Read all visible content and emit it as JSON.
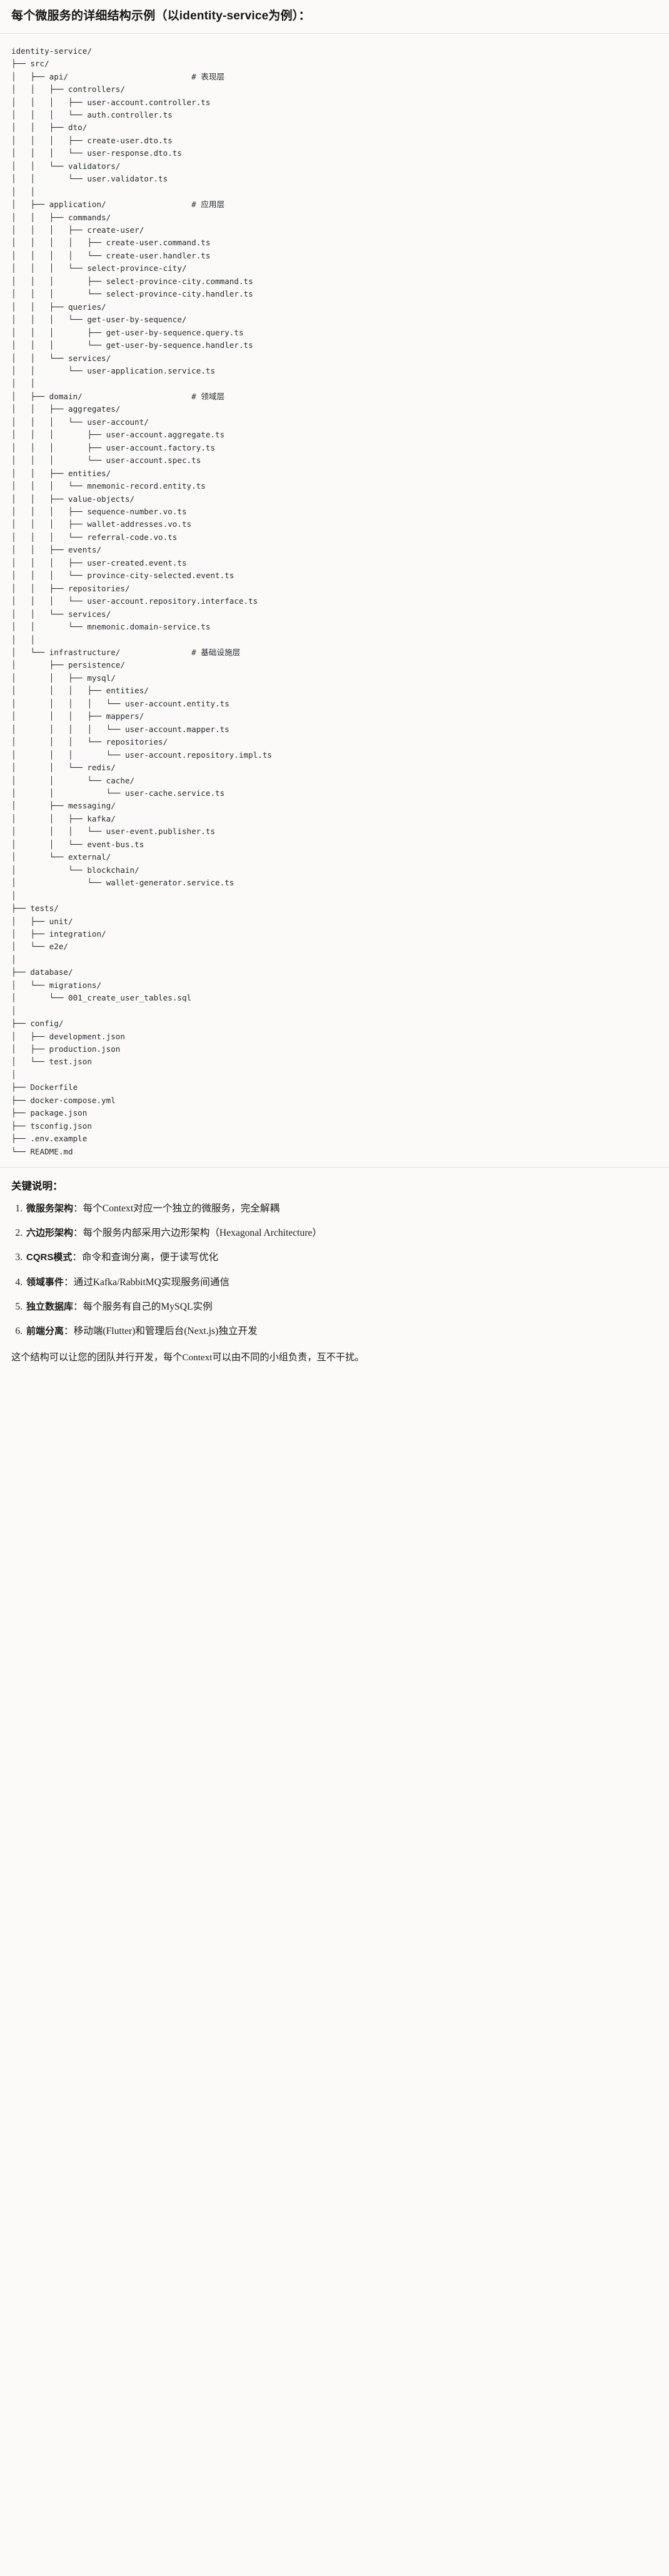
{
  "header": {
    "title": "每个微服务的详细结构示例（以identity-service为例）："
  },
  "tree": {
    "root": "identity-service/",
    "text": "identity-service/\n├── src/\n│   ├── api/                          # 表现层\n│   │   ├── controllers/\n│   │   │   ├── user-account.controller.ts\n│   │   │   └── auth.controller.ts\n│   │   ├── dto/\n│   │   │   ├── create-user.dto.ts\n│   │   │   └── user-response.dto.ts\n│   │   └── validators/\n│   │       └── user.validator.ts\n│   │\n│   ├── application/                  # 应用层\n│   │   ├── commands/\n│   │   │   ├── create-user/\n│   │   │   │   ├── create-user.command.ts\n│   │   │   │   └── create-user.handler.ts\n│   │   │   └── select-province-city/\n│   │   │       ├── select-province-city.command.ts\n│   │   │       └── select-province-city.handler.ts\n│   │   ├── queries/\n│   │   │   └── get-user-by-sequence/\n│   │   │       ├── get-user-by-sequence.query.ts\n│   │   │       └── get-user-by-sequence.handler.ts\n│   │   └── services/\n│   │       └── user-application.service.ts\n│   │\n│   ├── domain/                       # 领域层\n│   │   ├── aggregates/\n│   │   │   └── user-account/\n│   │   │       ├── user-account.aggregate.ts\n│   │   │       ├── user-account.factory.ts\n│   │   │       └── user-account.spec.ts\n│   │   ├── entities/\n│   │   │   └── mnemonic-record.entity.ts\n│   │   ├── value-objects/\n│   │   │   ├── sequence-number.vo.ts\n│   │   │   ├── wallet-addresses.vo.ts\n│   │   │   └── referral-code.vo.ts\n│   │   ├── events/\n│   │   │   ├── user-created.event.ts\n│   │   │   └── province-city-selected.event.ts\n│   │   ├── repositories/\n│   │   │   └── user-account.repository.interface.ts\n│   │   └── services/\n│   │       └── mnemonic.domain-service.ts\n│   │\n│   └── infrastructure/               # 基础设施层\n│       ├── persistence/\n│       │   ├── mysql/\n│       │   │   ├── entities/\n│       │   │   │   └── user-account.entity.ts\n│       │   │   ├── mappers/\n│       │   │   │   └── user-account.mapper.ts\n│       │   │   └── repositories/\n│       │   │       └── user-account.repository.impl.ts\n│       │   └── redis/\n│       │       └── cache/\n│       │           └── user-cache.service.ts\n│       ├── messaging/\n│       │   ├── kafka/\n│       │   │   └── user-event.publisher.ts\n│       │   └── event-bus.ts\n│       └── external/\n│           └── blockchain/\n│               └── wallet-generator.service.ts\n│\n├── tests/\n│   ├── unit/\n│   ├── integration/\n│   └── e2e/\n│\n├── database/\n│   └── migrations/\n│       └── 001_create_user_tables.sql\n│\n├── config/\n│   ├── development.json\n│   ├── production.json\n│   └── test.json\n│\n├── Dockerfile\n├── docker-compose.yml\n├── package.json\n├── tsconfig.json\n├── .env.example\n└── README.md",
    "comments": [
      {
        "label": "# 表现层",
        "for": "api/"
      },
      {
        "label": "# 应用层",
        "for": "application/"
      },
      {
        "label": "# 领域层",
        "for": "domain/"
      },
      {
        "label": "# 基础设施层",
        "for": "infrastructure/"
      }
    ]
  },
  "keys": {
    "title": "关键说明：",
    "items": [
      {
        "term": "微服务架构",
        "desc": "：每个Context对应一个独立的微服务，完全解耦"
      },
      {
        "term": "六边形架构",
        "desc": "：每个服务内部采用六边形架构（Hexagonal Architecture）"
      },
      {
        "term": "CQRS模式",
        "desc": "：命令和查询分离，便于读写优化"
      },
      {
        "term": "领域事件",
        "desc": "：通过Kafka/RabbitMQ实现服务间通信"
      },
      {
        "term": "独立数据库",
        "desc": "：每个服务有自己的MySQL实例"
      },
      {
        "term": "前端分离",
        "desc": "：移动端(Flutter)和管理后台(Next.js)独立开发"
      }
    ]
  },
  "closing": {
    "text": "这个结构可以让您的团队并行开发，每个Context可以由不同的小组负责，互不干扰。"
  }
}
